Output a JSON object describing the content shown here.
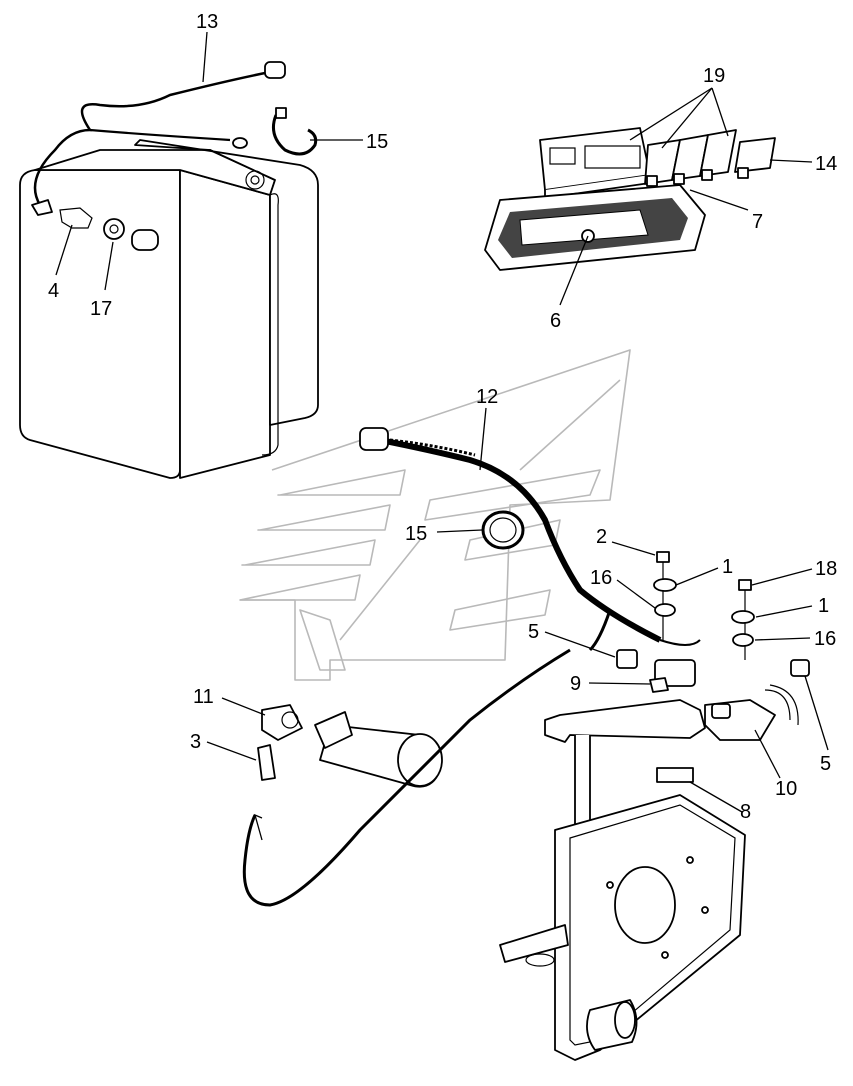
{
  "callouts": [
    {
      "id": "c13",
      "text": "13"
    },
    {
      "id": "c15a",
      "text": "15"
    },
    {
      "id": "c4",
      "text": "4"
    },
    {
      "id": "c17",
      "text": "17"
    },
    {
      "id": "c19",
      "text": "19"
    },
    {
      "id": "c14",
      "text": "14"
    },
    {
      "id": "c7",
      "text": "7"
    },
    {
      "id": "c6",
      "text": "6"
    },
    {
      "id": "c12",
      "text": "12"
    },
    {
      "id": "c15b",
      "text": "15"
    },
    {
      "id": "c2",
      "text": "2"
    },
    {
      "id": "c1a",
      "text": "1"
    },
    {
      "id": "c16a",
      "text": "16"
    },
    {
      "id": "c18",
      "text": "18"
    },
    {
      "id": "c1b",
      "text": "1"
    },
    {
      "id": "c16b",
      "text": "16"
    },
    {
      "id": "c5a",
      "text": "5"
    },
    {
      "id": "c9",
      "text": "9"
    },
    {
      "id": "c5b",
      "text": "5"
    },
    {
      "id": "c11",
      "text": "11"
    },
    {
      "id": "c3",
      "text": "3"
    },
    {
      "id": "c10",
      "text": "10"
    },
    {
      "id": "c8",
      "text": "8"
    }
  ],
  "icons": {
    "tank": "fuel-tank-icon",
    "panel": "control-panel-icon",
    "filter": "fuel-filter-icon",
    "bracket": "mounting-plate-icon"
  }
}
